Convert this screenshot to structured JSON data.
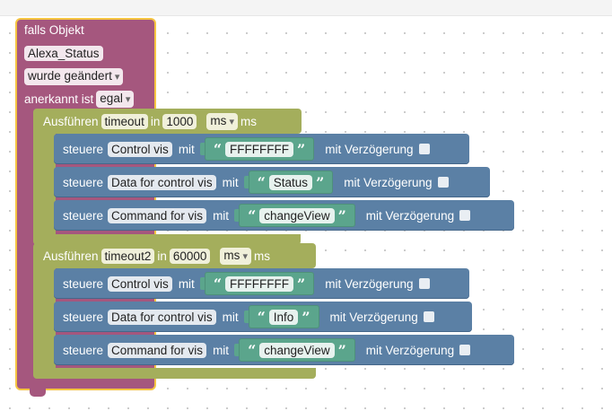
{
  "trigger": {
    "label": "falls Objekt",
    "object": "Alexa_Status",
    "event": "wurde geändert",
    "ack_label": "anerkannt ist",
    "ack_value": "egal"
  },
  "timeouts": [
    {
      "exec_label": "Ausführen",
      "name": "timeout",
      "in_label": "in",
      "value": "1000",
      "unit_select": "ms",
      "unit_label": "ms",
      "statements": [
        {
          "cmd": "steuere",
          "target": "Control vis",
          "mit": "mit",
          "string": "FFFFFFFF",
          "delay_label": "mit Verzögerung"
        },
        {
          "cmd": "steuere",
          "target": "Data for control vis",
          "mit": "mit",
          "string": "Status",
          "delay_label": "mit Verzögerung"
        },
        {
          "cmd": "steuere",
          "target": "Command for vis",
          "mit": "mit",
          "string": "changeView",
          "delay_label": "mit Verzögerung"
        }
      ]
    },
    {
      "exec_label": "Ausführen",
      "name": "timeout2",
      "in_label": "in",
      "value": "60000",
      "unit_select": "ms",
      "unit_label": "ms",
      "statements": [
        {
          "cmd": "steuere",
          "target": "Control vis",
          "mit": "mit",
          "string": "FFFFFFFF",
          "delay_label": "mit Verzögerung"
        },
        {
          "cmd": "steuere",
          "target": "Data for control vis",
          "mit": "mit",
          "string": "Info",
          "delay_label": "mit Verzögerung"
        },
        {
          "cmd": "steuere",
          "target": "Command for vis",
          "mit": "mit",
          "string": "changeView",
          "delay_label": "mit Verzögerung"
        }
      ]
    }
  ],
  "colors": {
    "trigger": "#a5577e",
    "trigger_outline": "#f5c542",
    "timeout": "#a4ae5c",
    "control": "#5b80a5",
    "string": "#5ba58c"
  }
}
